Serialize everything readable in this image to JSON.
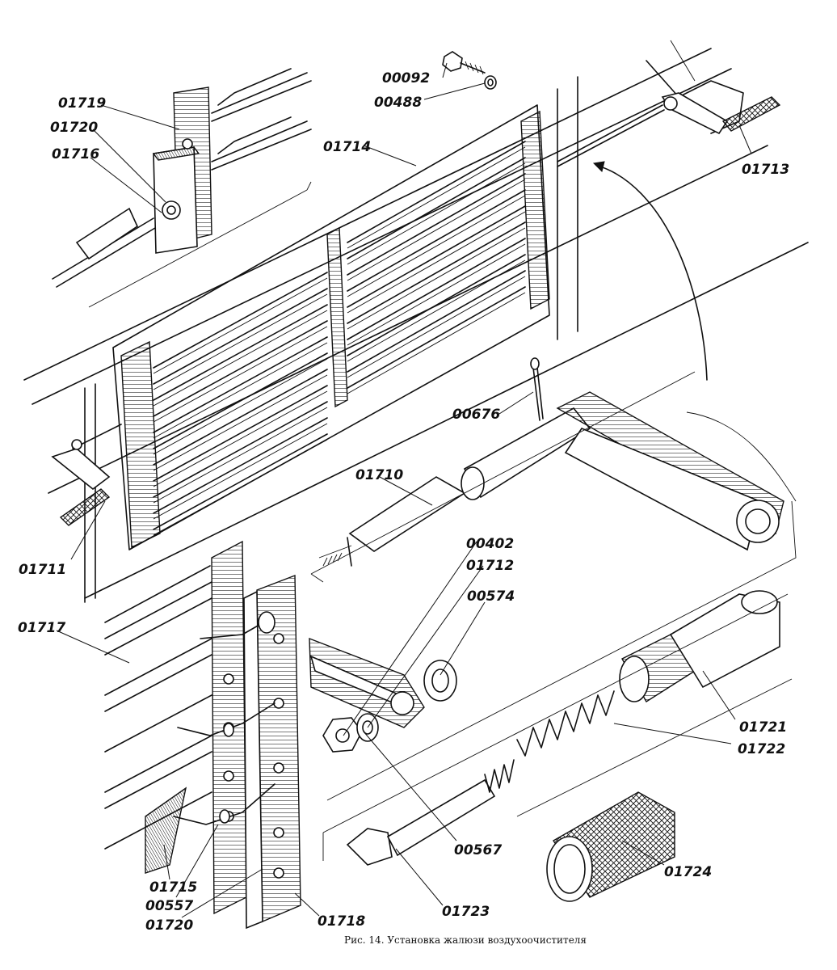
{
  "caption": "Рис. 14. Установка жалюзи воздухоочистителя",
  "labels": {
    "l00092": "00092",
    "l00488": "00488",
    "l01719": "01719",
    "l01720a": "01720",
    "l01716": "01716",
    "l01714": "01714",
    "l01713": "01713",
    "l00676": "00676",
    "l01710": "01710",
    "l00402": "00402",
    "l01712": "01712",
    "l00574": "00574",
    "l01711": "01711",
    "l01717": "01717",
    "l01721": "01721",
    "l01722": "01722",
    "l00567": "00567",
    "l01724": "01724",
    "l01715": "01715",
    "l00557": "00557",
    "l01723": "01723",
    "l01718": "01718",
    "l01720b": "01720"
  }
}
